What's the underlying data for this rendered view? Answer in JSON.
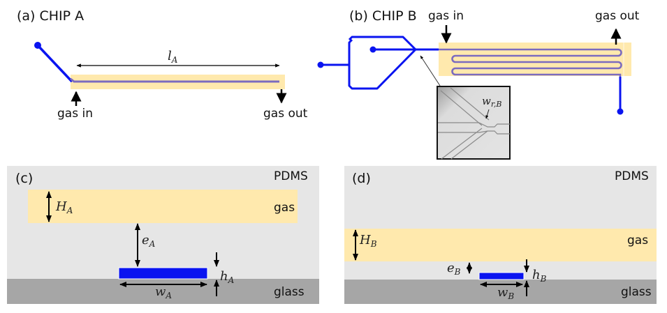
{
  "panels": {
    "a": {
      "label": "(a) CHIP A",
      "length_symbol": "l",
      "length_sub": "A",
      "gas_in": "gas in",
      "gas_out": "gas out"
    },
    "b": {
      "label": "(b)  CHIP B",
      "gas_in": "gas in",
      "gas_out": "gas out",
      "inset_symbol": "w",
      "inset_sub": "r,B"
    },
    "c": {
      "label": "(c)",
      "pdms": "PDMS",
      "gas": "gas",
      "glass": "glass",
      "H_symbol": "H",
      "H_sub": "A",
      "e_symbol": "e",
      "e_sub": "A",
      "h_symbol": "h",
      "h_sub": "A",
      "w_symbol": "w",
      "w_sub": "A"
    },
    "d": {
      "label": "(d)",
      "pdms": "PDMS",
      "gas": "gas",
      "glass": "glass",
      "H_symbol": "H",
      "H_sub": "B",
      "e_symbol": "e",
      "e_sub": "B",
      "h_symbol": "h",
      "h_sub": "B",
      "w_symbol": "w",
      "w_sub": "B"
    }
  },
  "colors": {
    "electrode": "#0a14f0",
    "gas_channel": "#ffe9ad",
    "liquid_channel": "#7b6bbf",
    "pdms": "#e6e6e6",
    "glass": "#a6a6a6",
    "arrow": "#000000"
  }
}
